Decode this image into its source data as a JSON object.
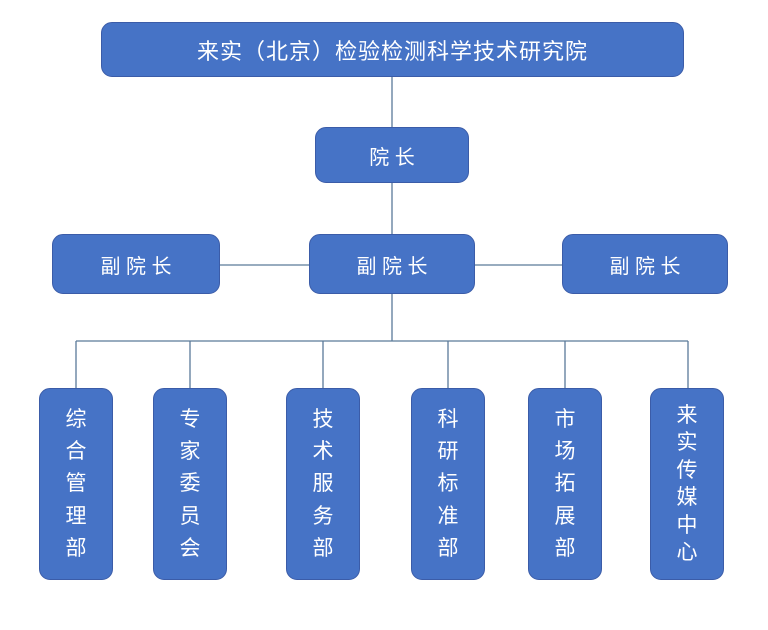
{
  "colors": {
    "box_fill": "#4673C6",
    "box_border": "#3B5CA8",
    "connector_line": "#5B7A99",
    "box_text": "#FFFFFF",
    "background": "#FFFFFF"
  },
  "org_chart": {
    "root": {
      "label": "来实（北京）检验检测科学技术研究院"
    },
    "president": {
      "label": "院 长"
    },
    "vice_presidents": [
      {
        "label": "副 院 长"
      },
      {
        "label": "副 院 长"
      },
      {
        "label": "副 院 长"
      }
    ],
    "departments": [
      {
        "label": "综合管理部"
      },
      {
        "label": "专家委员会"
      },
      {
        "label": "技术服务部"
      },
      {
        "label": "科研标准部"
      },
      {
        "label": "市场拓展部"
      },
      {
        "label": "来实传媒中心"
      }
    ]
  }
}
